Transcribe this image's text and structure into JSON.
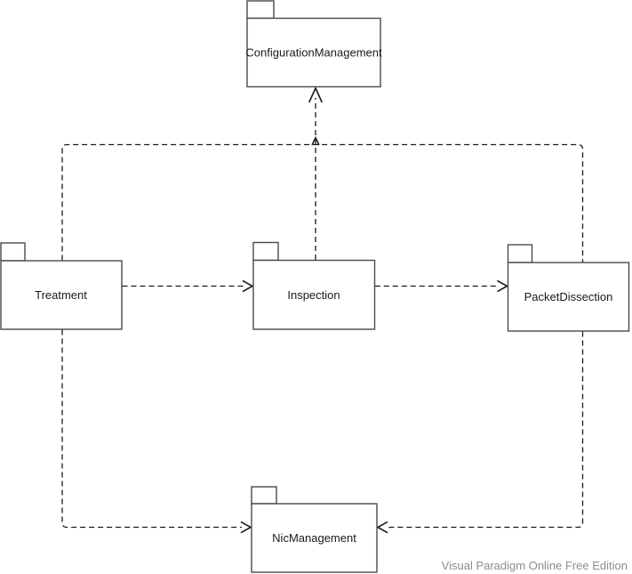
{
  "diagram": {
    "type": "uml-package-diagram",
    "packages": [
      {
        "label": "ConfigurationManagement"
      },
      {
        "label": "Treatment"
      },
      {
        "label": "Inspection"
      },
      {
        "label": "PacketDissection"
      },
      {
        "label": "NicManagement"
      }
    ],
    "dependencies": [
      {
        "from": "Treatment",
        "to": "Inspection",
        "style": "dashed-open-arrow"
      },
      {
        "from": "Inspection",
        "to": "PacketDissection",
        "style": "dashed-open-arrow"
      },
      {
        "from": "Inspection",
        "to": "ConfigurationManagement",
        "style": "dashed-open-arrow"
      },
      {
        "from": "Treatment",
        "to": "ConfigurationManagement",
        "style": "dashed-merged-at-junction"
      },
      {
        "from": "PacketDissection",
        "to": "ConfigurationManagement",
        "style": "dashed-merged-at-junction"
      },
      {
        "from": "Treatment",
        "to": "NicManagement",
        "style": "dashed-open-arrow"
      },
      {
        "from": "PacketDissection",
        "to": "NicManagement",
        "style": "dashed-open-arrow"
      }
    ]
  },
  "watermark": {
    "text": "Visual Paradigm Online Free Edition"
  },
  "colors": {
    "background": "#ffffff",
    "package_fill": "#ffffff",
    "package_border": "#4a4a4a",
    "label_text": "#1a1a1a",
    "connector": "#1a1a1a",
    "watermark_text": "#8c8c8c"
  }
}
